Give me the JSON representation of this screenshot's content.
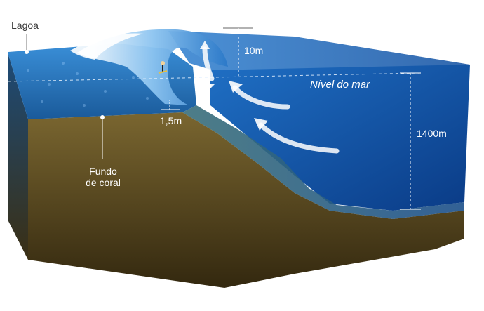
{
  "labels": {
    "lagoa": "Lagoa",
    "wave_height": "10m",
    "sea_level": "Nível do mar",
    "reef_depth": "1,5m",
    "ocean_depth": "1400m",
    "coral_bottom_line1": "Fundo",
    "coral_bottom_line2": "de coral"
  },
  "colors": {
    "water_light": "#2f86d6",
    "water_dark": "#0a3f8a",
    "sediment_light": "#6b5a2a",
    "sediment_dark": "#3a2e12",
    "wave_foam": "#e8f4ff",
    "arrow": "#ffffff",
    "label_dark": "#3a3a3a",
    "label_light": "#ffffff"
  }
}
